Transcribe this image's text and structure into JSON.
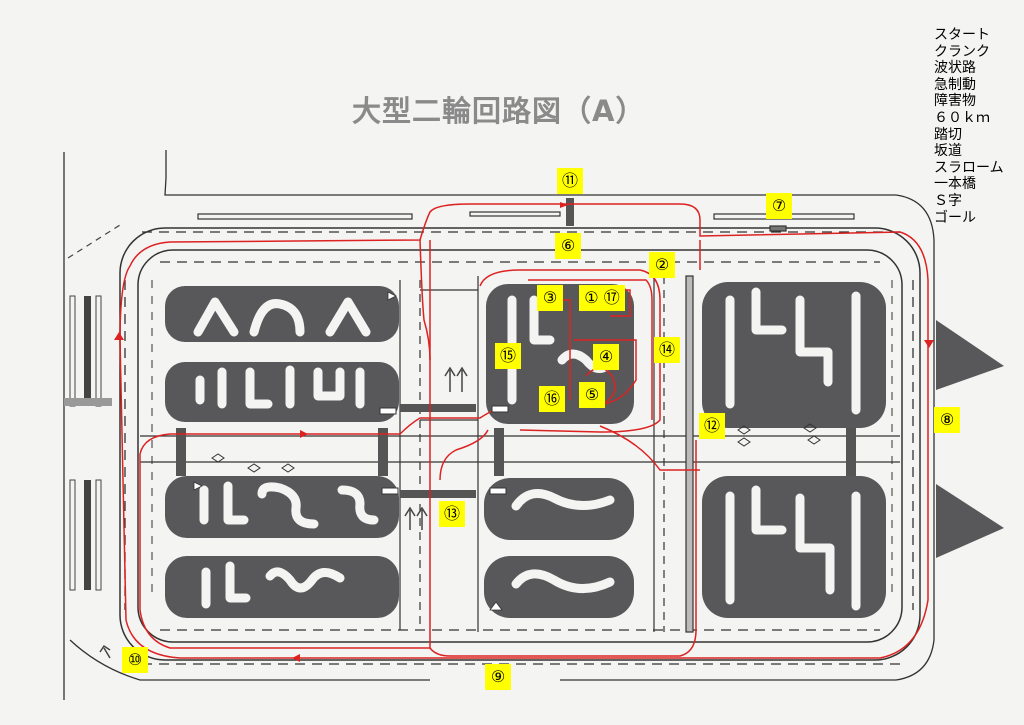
{
  "title": "大型二輪回路図（A）",
  "legend": [
    "スタート",
    "クランク",
    "波状路",
    "急制動",
    "障害物",
    "６０ｋｍ",
    "踏切",
    "坂道",
    "スラローム",
    "一本橋",
    "Ｓ字",
    "ゴール"
  ],
  "markers": {
    "m1": "①",
    "m2": "②",
    "m3": "③",
    "m4": "④",
    "m5": "⑤",
    "m6": "⑥",
    "m7": "⑦",
    "m8": "⑧",
    "m9": "⑨",
    "m10": "⑩",
    "m11": "⑪",
    "m12": "⑫",
    "m13": "⑬",
    "m14": "⑭",
    "m15": "⑮",
    "m16": "⑯",
    "m1_17": "① ⑰"
  },
  "colors": {
    "route": "#dd2222",
    "block": "#58585a",
    "lane_line": "#333333",
    "marker": "#ffff00"
  }
}
